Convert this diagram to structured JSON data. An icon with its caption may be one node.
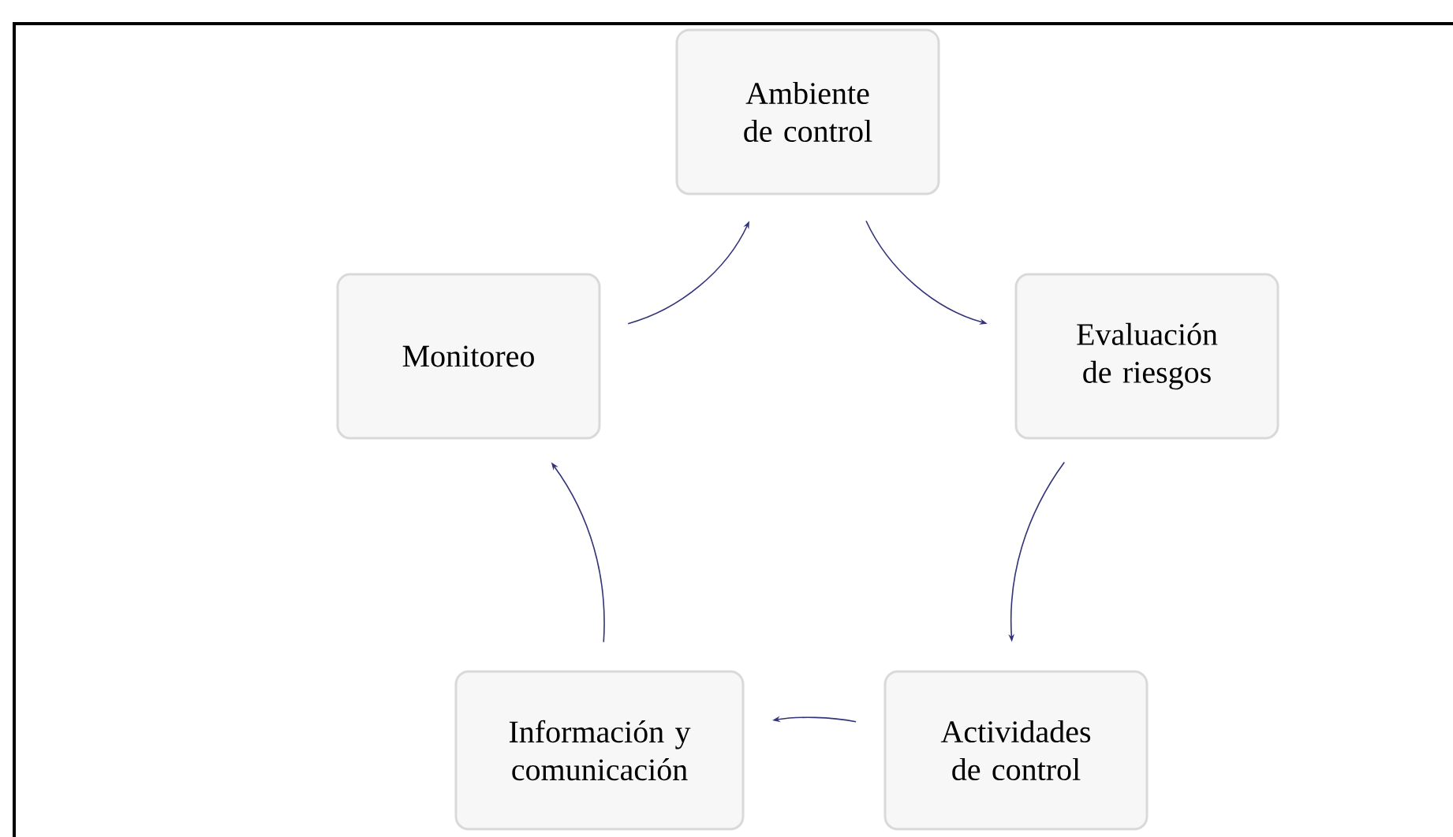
{
  "diagram": {
    "nodes": [
      {
        "text": [
          "Ambiente de control"
        ]
      },
      {
        "text": [
          "Evaluación de riesgos"
        ]
      },
      {
        "text": [
          "Actividades de control"
        ]
      },
      {
        "text": [
          "Información y comunicación"
        ]
      },
      {
        "text": [
          "Monitoreo"
        ]
      }
    ],
    "edges": [
      {
        "from": 0,
        "to": 1,
        "arrow": "to"
      },
      {
        "from": 1,
        "to": 2,
        "arrow": "to"
      },
      {
        "from": 2,
        "to": 3,
        "arrow": "to"
      },
      {
        "from": 3,
        "to": 4,
        "arrow": "to"
      },
      {
        "from": 4,
        "to": 0,
        "arrow": "to"
      }
    ]
  }
}
